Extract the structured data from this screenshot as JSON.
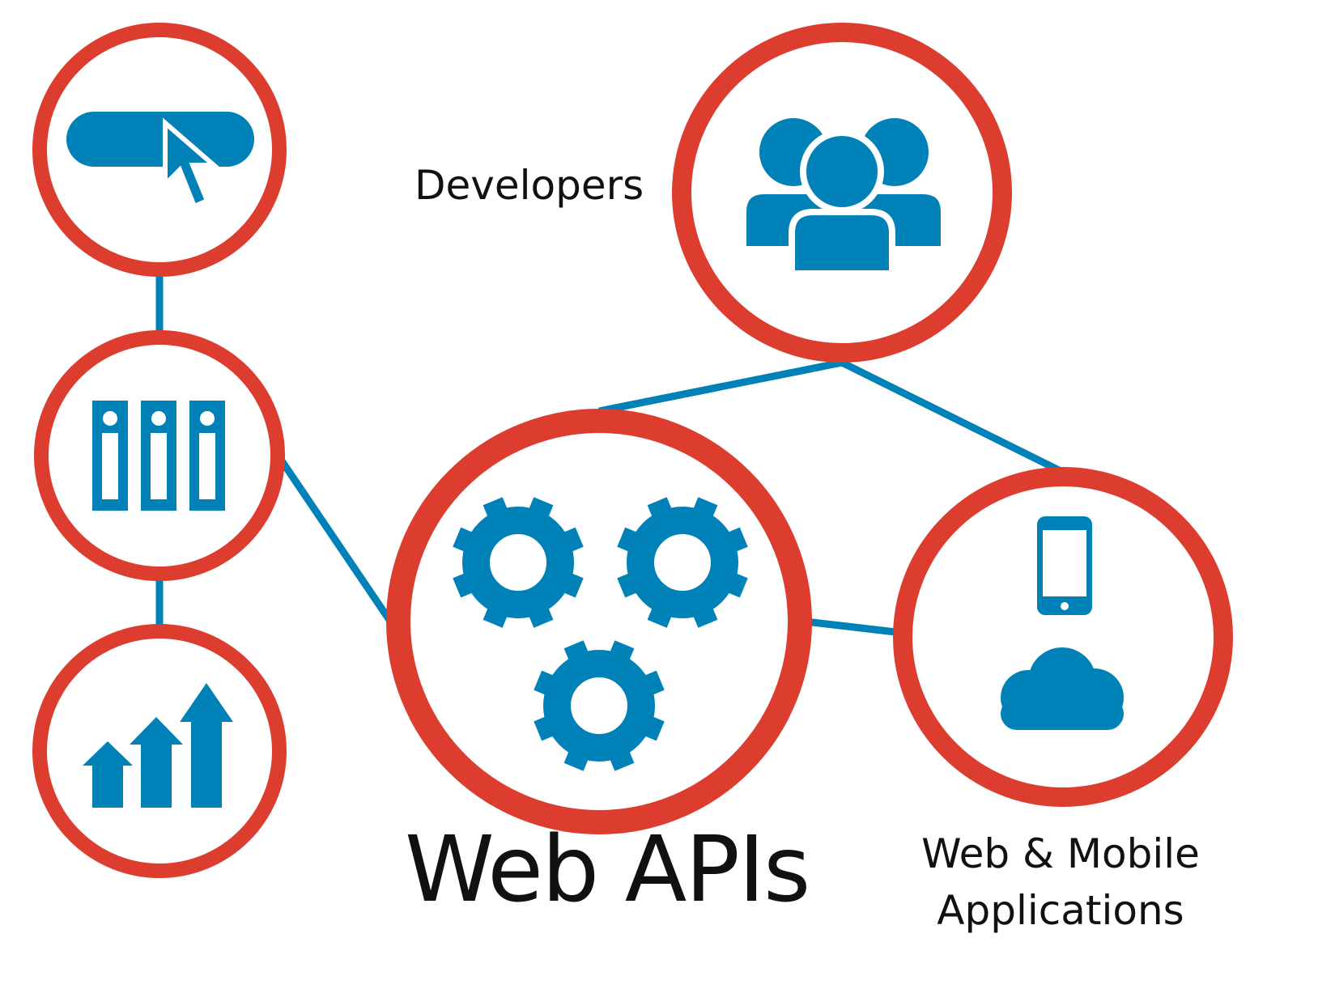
{
  "labels": {
    "developers": "Developers",
    "web_apis": "Web APIs",
    "web_mobile_line1": "Web & Mobile",
    "web_mobile_line2": "Applications"
  },
  "nodes": [
    {
      "id": "web-button",
      "icon": "cursor-click-button-icon"
    },
    {
      "id": "servers",
      "icon": "server-racks-icon"
    },
    {
      "id": "growth",
      "icon": "rising-arrows-icon"
    },
    {
      "id": "developers",
      "icon": "people-group-icon"
    },
    {
      "id": "web-apis",
      "icon": "gears-icon"
    },
    {
      "id": "web-mobile",
      "icon": "phone-cloud-icon"
    }
  ],
  "colors": {
    "ring": "#DC3D2E",
    "icon": "#0082B8",
    "text": "#111111"
  }
}
